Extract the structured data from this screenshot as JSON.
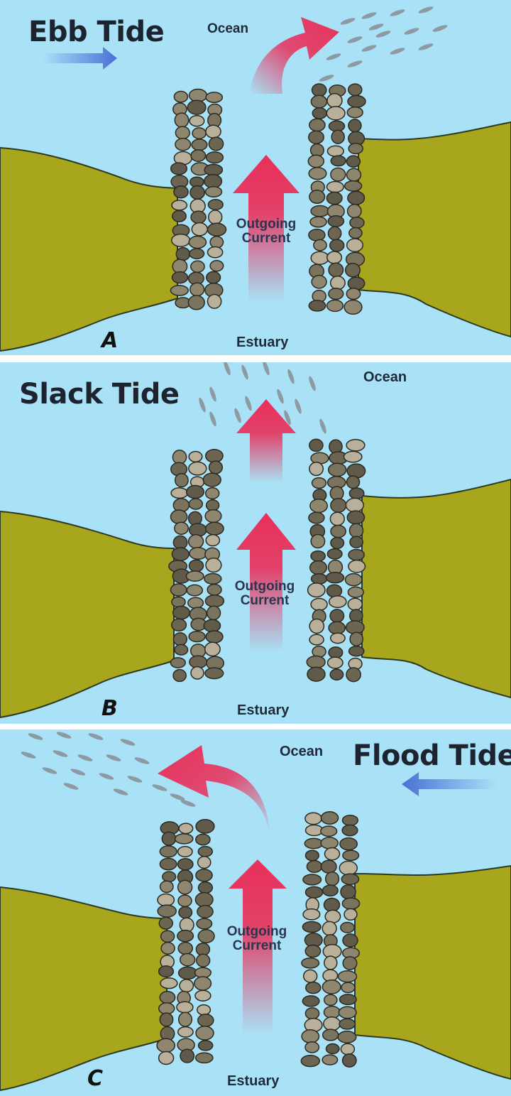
{
  "panels": [
    {
      "title": "Ebb Tide",
      "ocean": "Ocean",
      "current": "Outgoing\nCurrent",
      "estuary": "Estuary",
      "letter": "A"
    },
    {
      "title": "Slack Tide",
      "ocean": "Ocean",
      "current": "Outgoing\nCurrent",
      "estuary": "Estuary",
      "letter": "B"
    },
    {
      "title": "Flood Tide",
      "ocean": "Ocean",
      "current": "Outgoing\nCurrent",
      "estuary": "Estuary",
      "letter": "C"
    }
  ],
  "colors": {
    "water": "#a9e2f6",
    "land": "#a7a61c",
    "rock_dark": "#5f5a49",
    "rock_light": "#b8b09a",
    "current_arrow": "#e8305a",
    "tide_arrow": "#4a6fd6",
    "fish": "#8e9aa3"
  }
}
